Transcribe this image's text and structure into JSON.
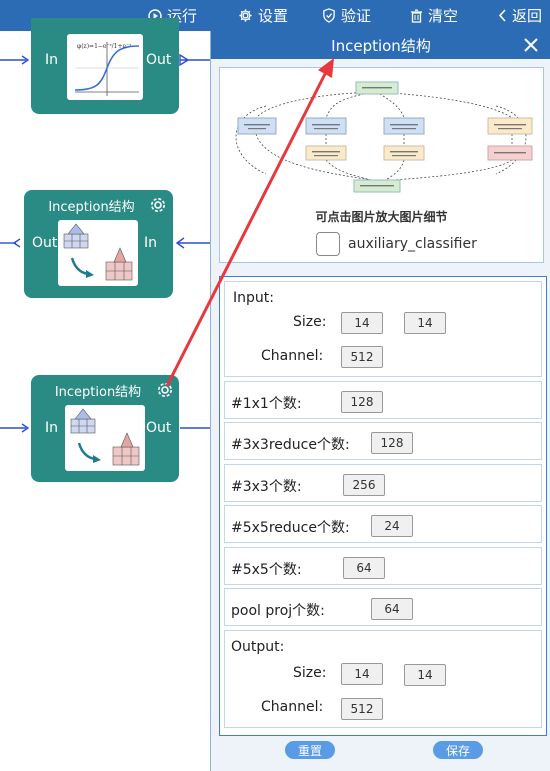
{
  "toolbar": {
    "run_label": "运行",
    "settings_label": "设置",
    "validate_label": "验证",
    "clear_label": "清空",
    "back_label": "返回"
  },
  "nodes": {
    "sigmoid": {
      "in_label": "In",
      "out_label": "Out",
      "formula": "φ(z) = 1 − e⁻ᶻ / 1 + e⁻ᶻ"
    },
    "inception1": {
      "title": "Inception结构",
      "in_label": "In",
      "out_label": "Out"
    },
    "inception2": {
      "title": "Inception结构",
      "in_label": "In",
      "out_label": "Out"
    }
  },
  "panel": {
    "title": "Inception结构",
    "image_hint": "可点击图片放大图片细节",
    "aux_label": "auxiliary_classifier",
    "input": {
      "section_label": "Input:",
      "size_label": "Size:",
      "size_w": "14",
      "size_h": "14",
      "channel_label": "Channel:",
      "channel": "512"
    },
    "fields": [
      {
        "label": "#1x1个数:",
        "value": "128"
      },
      {
        "label": "#3x3reduce个数:",
        "value": "128"
      },
      {
        "label": "#3x3个数:",
        "value": "256"
      },
      {
        "label": "#5x5reduce个数:",
        "value": "24"
      },
      {
        "label": "#5x5个数:",
        "value": "64"
      },
      {
        "label": "pool proj个数:",
        "value": "64"
      }
    ],
    "output": {
      "section_label": "Output:",
      "size_label": "Size:",
      "size_w": "14",
      "size_h": "14",
      "channel_label": "Channel:",
      "channel": "512"
    },
    "reset_label": "重置",
    "save_label": "保存"
  },
  "colors": {
    "toolbar": "#2b6cb5",
    "node": "#2a8a84",
    "accent_button": "#5a9be6",
    "arrow": "#e8383d"
  }
}
